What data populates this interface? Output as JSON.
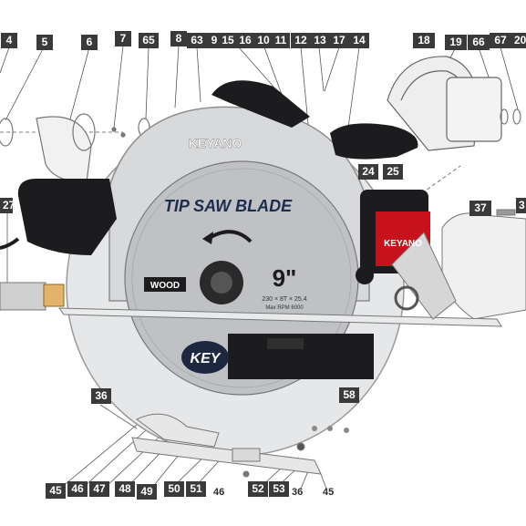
{
  "callouts": {
    "c4": "4",
    "c5": "5",
    "c6": "6",
    "c7": "7",
    "c65": "65",
    "c8": "8",
    "c63": "63",
    "c9": "9",
    "c15": "15",
    "c16": "16",
    "c10": "10",
    "c11": "11",
    "c12": "12",
    "c13": "13",
    "c17": "17",
    "c14": "14",
    "c18": "18",
    "c19": "19",
    "c66": "66",
    "c67": "67",
    "c20": "20",
    "c24": "24",
    "c25": "25",
    "c27": "27",
    "c37": "37",
    "c3x": "3",
    "c36top": "36",
    "c58": "58",
    "c45a": "45",
    "c46a": "46",
    "c47": "47",
    "c48": "48",
    "c49": "49",
    "c50": "50",
    "c51": "51",
    "c52": "52",
    "c53": "53"
  },
  "loose_labels": {
    "l46b": "46",
    "l36b": "36",
    "l45b": "45"
  },
  "product_text": {
    "brand_guard": "KEYANO",
    "blade_title": "TIP SAW BLADE",
    "blade_size": "9\"",
    "blade_spec": "230 × 8T × 25.4",
    "blade_spec2": "Max RPM 6000",
    "wood": "WOOD",
    "brand_motor": "KEYANO",
    "brand_blade_logo": "KEY"
  },
  "colors": {
    "callout_bg": "#3a3a3a",
    "tool_silver": "#d9dadc",
    "handle_black": "#1c1c1e",
    "accent_red": "#c8121b"
  }
}
